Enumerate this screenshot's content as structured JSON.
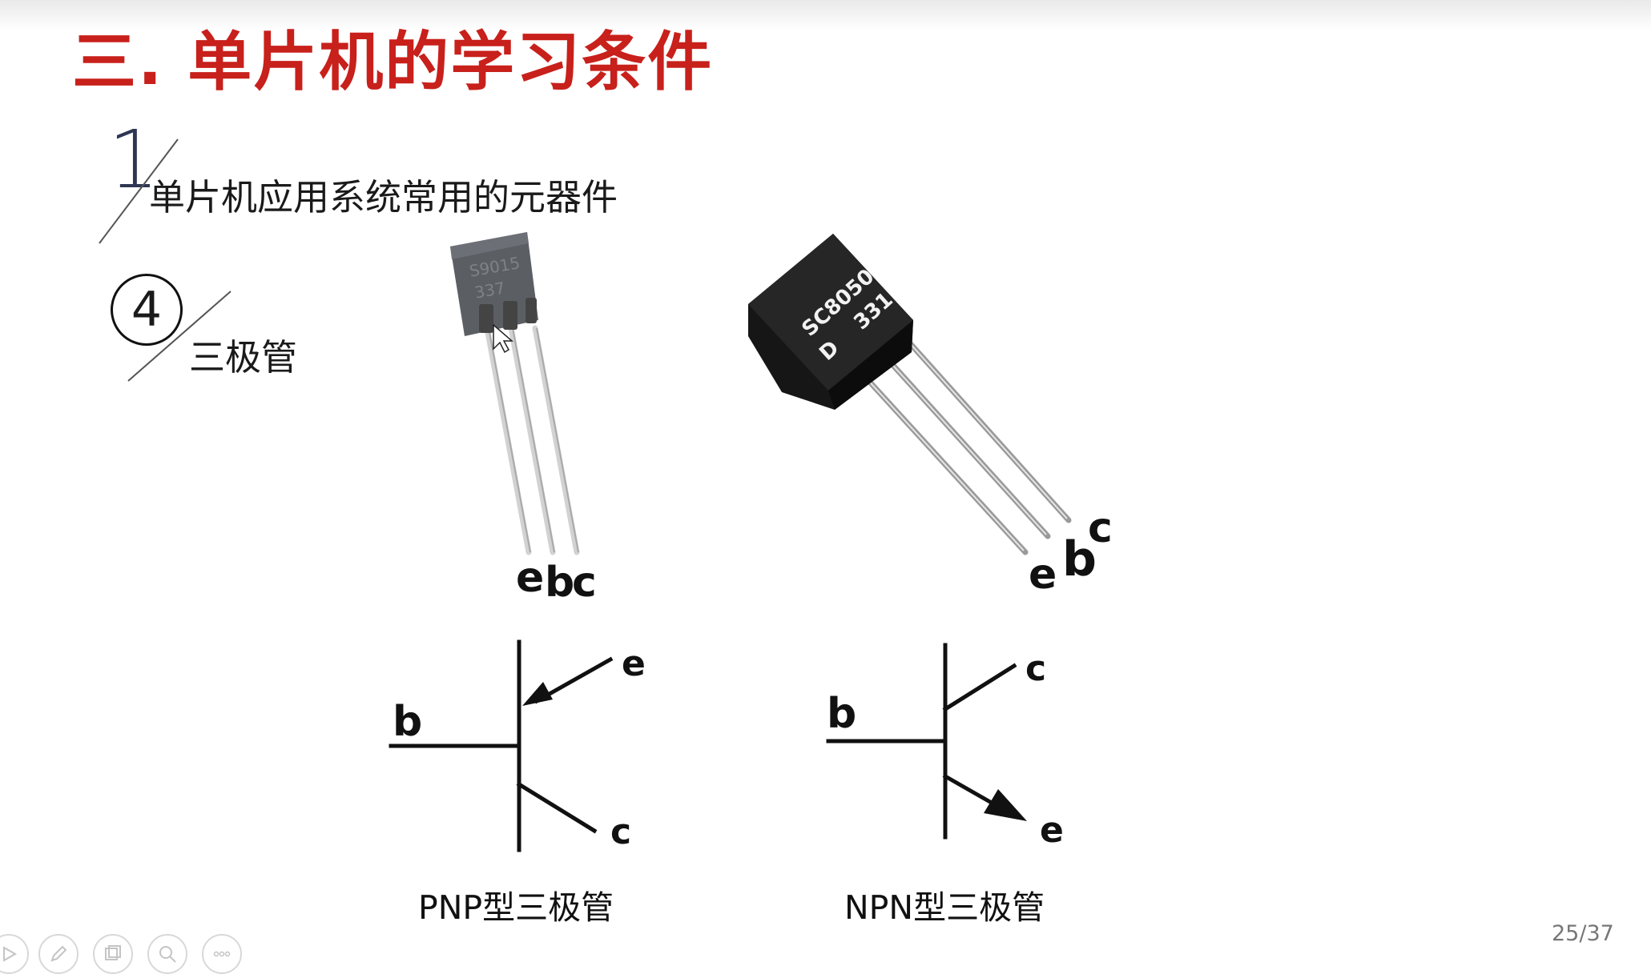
{
  "slide": {
    "title": "三. 单片机的学习条件",
    "section_number": "1",
    "section_title": "单片机应用系统常用的元器件",
    "item_number": "4",
    "item_title": "三极管",
    "page_indicator": "25/37"
  },
  "photo_small": {
    "marking_line1": "S9015",
    "marking_line2": "337",
    "pin_e": "e",
    "pin_b": "b",
    "pin_c": "c"
  },
  "photo_large": {
    "marking_line1": "SC8050",
    "marking_line2": "D    331",
    "pin_e": "e",
    "pin_b": "b",
    "pin_c": "c"
  },
  "symbol_pnp": {
    "label_b": "b",
    "label_e": "e",
    "label_c": "c",
    "caption": "PNP型三极管"
  },
  "symbol_npn": {
    "label_b": "b",
    "label_c": "c",
    "label_e": "e",
    "caption": "NPN型三极管"
  },
  "toolbar": {
    "icons": [
      "play-icon",
      "pen-icon",
      "slides-icon",
      "zoom-icon",
      "more-icon"
    ]
  },
  "colors": {
    "title": "#c8201b",
    "accent_number": "#2e3654",
    "transistor_body": "#1a1a1a",
    "small_transistor_body": "#5b5f64"
  }
}
